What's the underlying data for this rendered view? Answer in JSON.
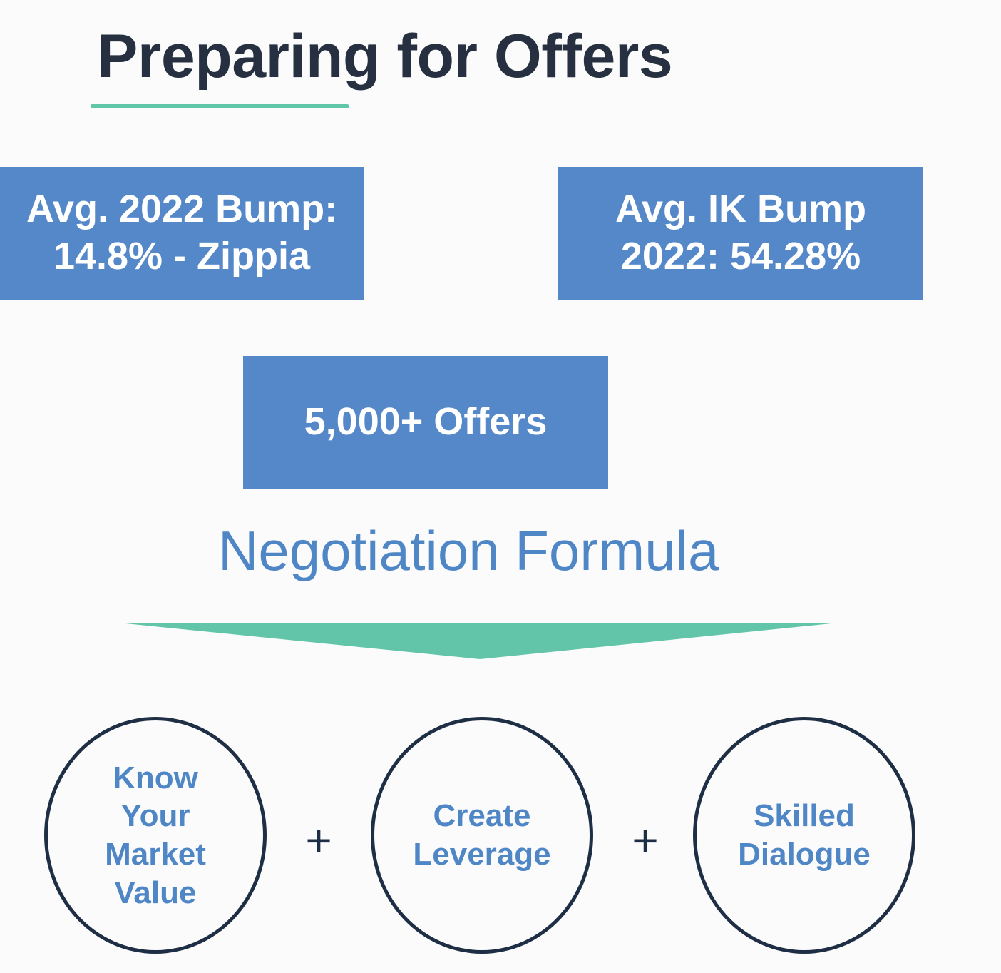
{
  "title": "Preparing for Offers",
  "stats": {
    "avg_2022_bump": "Avg. 2022 Bump:\n14.8% - Zippia",
    "avg_ik_bump": "Avg. IK Bump\n2022: 54.28%",
    "offers": "5,000+ Offers"
  },
  "formula": {
    "heading": "Negotiation Formula",
    "components": [
      "Know\nYour\nMarket\nValue",
      "Create\nLeverage",
      "Skilled\nDialogue"
    ],
    "operator": "+"
  },
  "colors": {
    "title": "#263040",
    "accent_green": "#5fc6a8",
    "box_blue": "#5588c9",
    "text_blue": "#4f86c6",
    "circle_border": "#1e2e44"
  }
}
